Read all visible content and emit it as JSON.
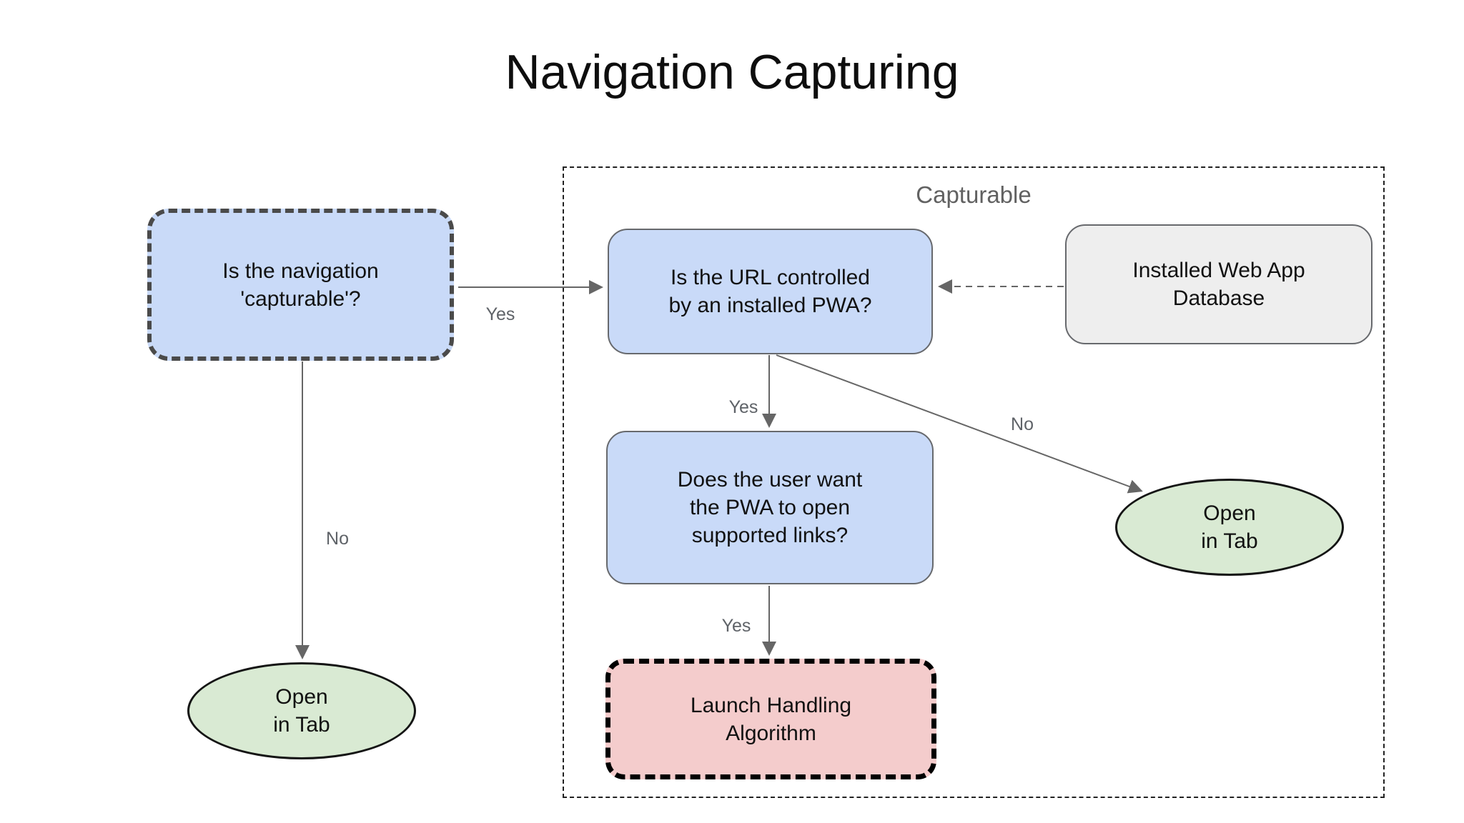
{
  "title": "Navigation Capturing",
  "group": {
    "label": "Capturable"
  },
  "nodes": {
    "capturable_question": "Is the navigation\n'capturable'?",
    "url_controlled_question": "Is the URL controlled\nby an installed PWA?",
    "installed_web_app_database": "Installed Web App\nDatabase",
    "user_wants_links_question": "Does the user want\nthe PWA to open\nsupported links?",
    "launch_handling_algorithm": "Launch Handling\nAlgorithm",
    "open_in_tab_right": "Open\nin Tab",
    "open_in_tab_left": "Open\nin Tab"
  },
  "edge_labels": {
    "capturable_yes": "Yes",
    "capturable_no": "No",
    "url_controlled_yes": "Yes",
    "url_controlled_no": "No",
    "wants_links_yes": "Yes"
  },
  "colors": {
    "node_blue": "#c9daf8",
    "node_green": "#d9ead3",
    "node_pink": "#f4cccc",
    "node_gray": "#eeeeee",
    "solid_border": "#67696d",
    "dashed_border_dark": "#4a4a4a",
    "dashed_border_black": "#000000",
    "arrow_gray": "#666666",
    "label_gray": "#5f6368",
    "title_black": "#0e0e0e",
    "background": "#ffffff"
  }
}
